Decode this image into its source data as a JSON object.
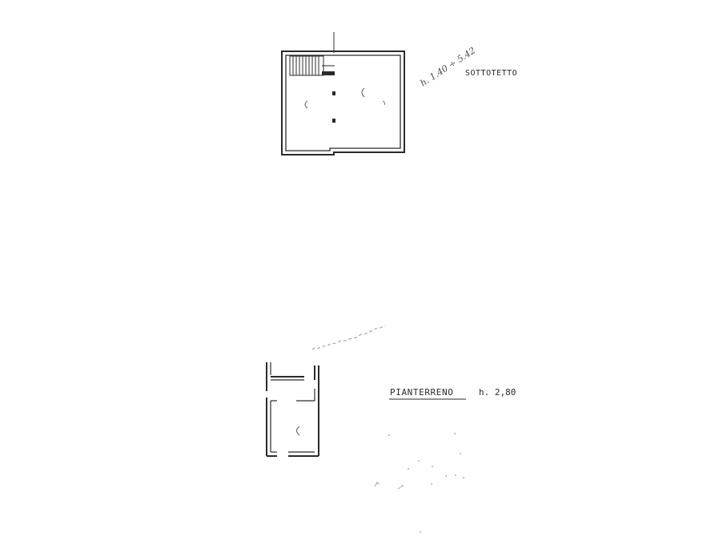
{
  "upper_plan": {
    "label": "SOTTOTETTO",
    "note": "h. 1.40 ÷ 5.42"
  },
  "ground_plan": {
    "label": "PIANTERRENO",
    "height_label": "h. 2,80"
  },
  "colors": {
    "line": "#2a2a2a",
    "faint": "#8a8a8a",
    "paper": "#ffffff"
  }
}
